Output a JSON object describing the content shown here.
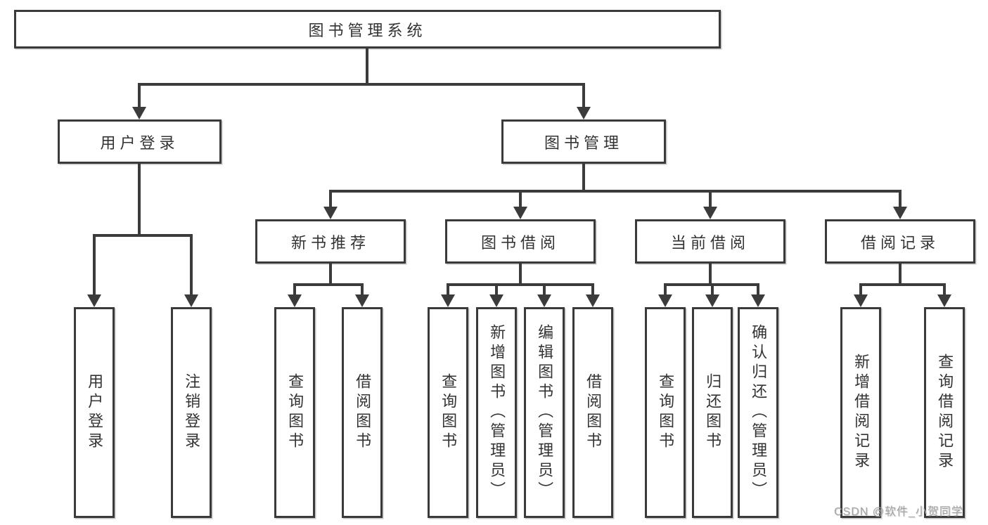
{
  "tree": {
    "root": "图书管理系统",
    "user": {
      "label": "用户登录",
      "children": [
        "用户登录",
        "注销登录"
      ]
    },
    "mgmt": {
      "label": "图书管理",
      "groups": [
        {
          "label": "新书推荐",
          "children": [
            "查询图书",
            "借阅图书"
          ]
        },
        {
          "label": "图书借阅",
          "children": [
            "查询图书",
            "新增图书（管理员）",
            "编辑图书（管理员）",
            "借阅图书"
          ]
        },
        {
          "label": "当前借阅",
          "children": [
            "查询图书",
            "归还图书",
            "确认归还（管理员）"
          ]
        },
        {
          "label": "借阅记录",
          "children": [
            "新增借阅记录",
            "查询借阅记录"
          ]
        }
      ]
    }
  },
  "watermark": "CSDN @软件_小贺同学",
  "colors": {
    "line": "#3b3b3b",
    "text": "#333333",
    "background": "#ffffff",
    "watermark": "#a3a3a3"
  }
}
